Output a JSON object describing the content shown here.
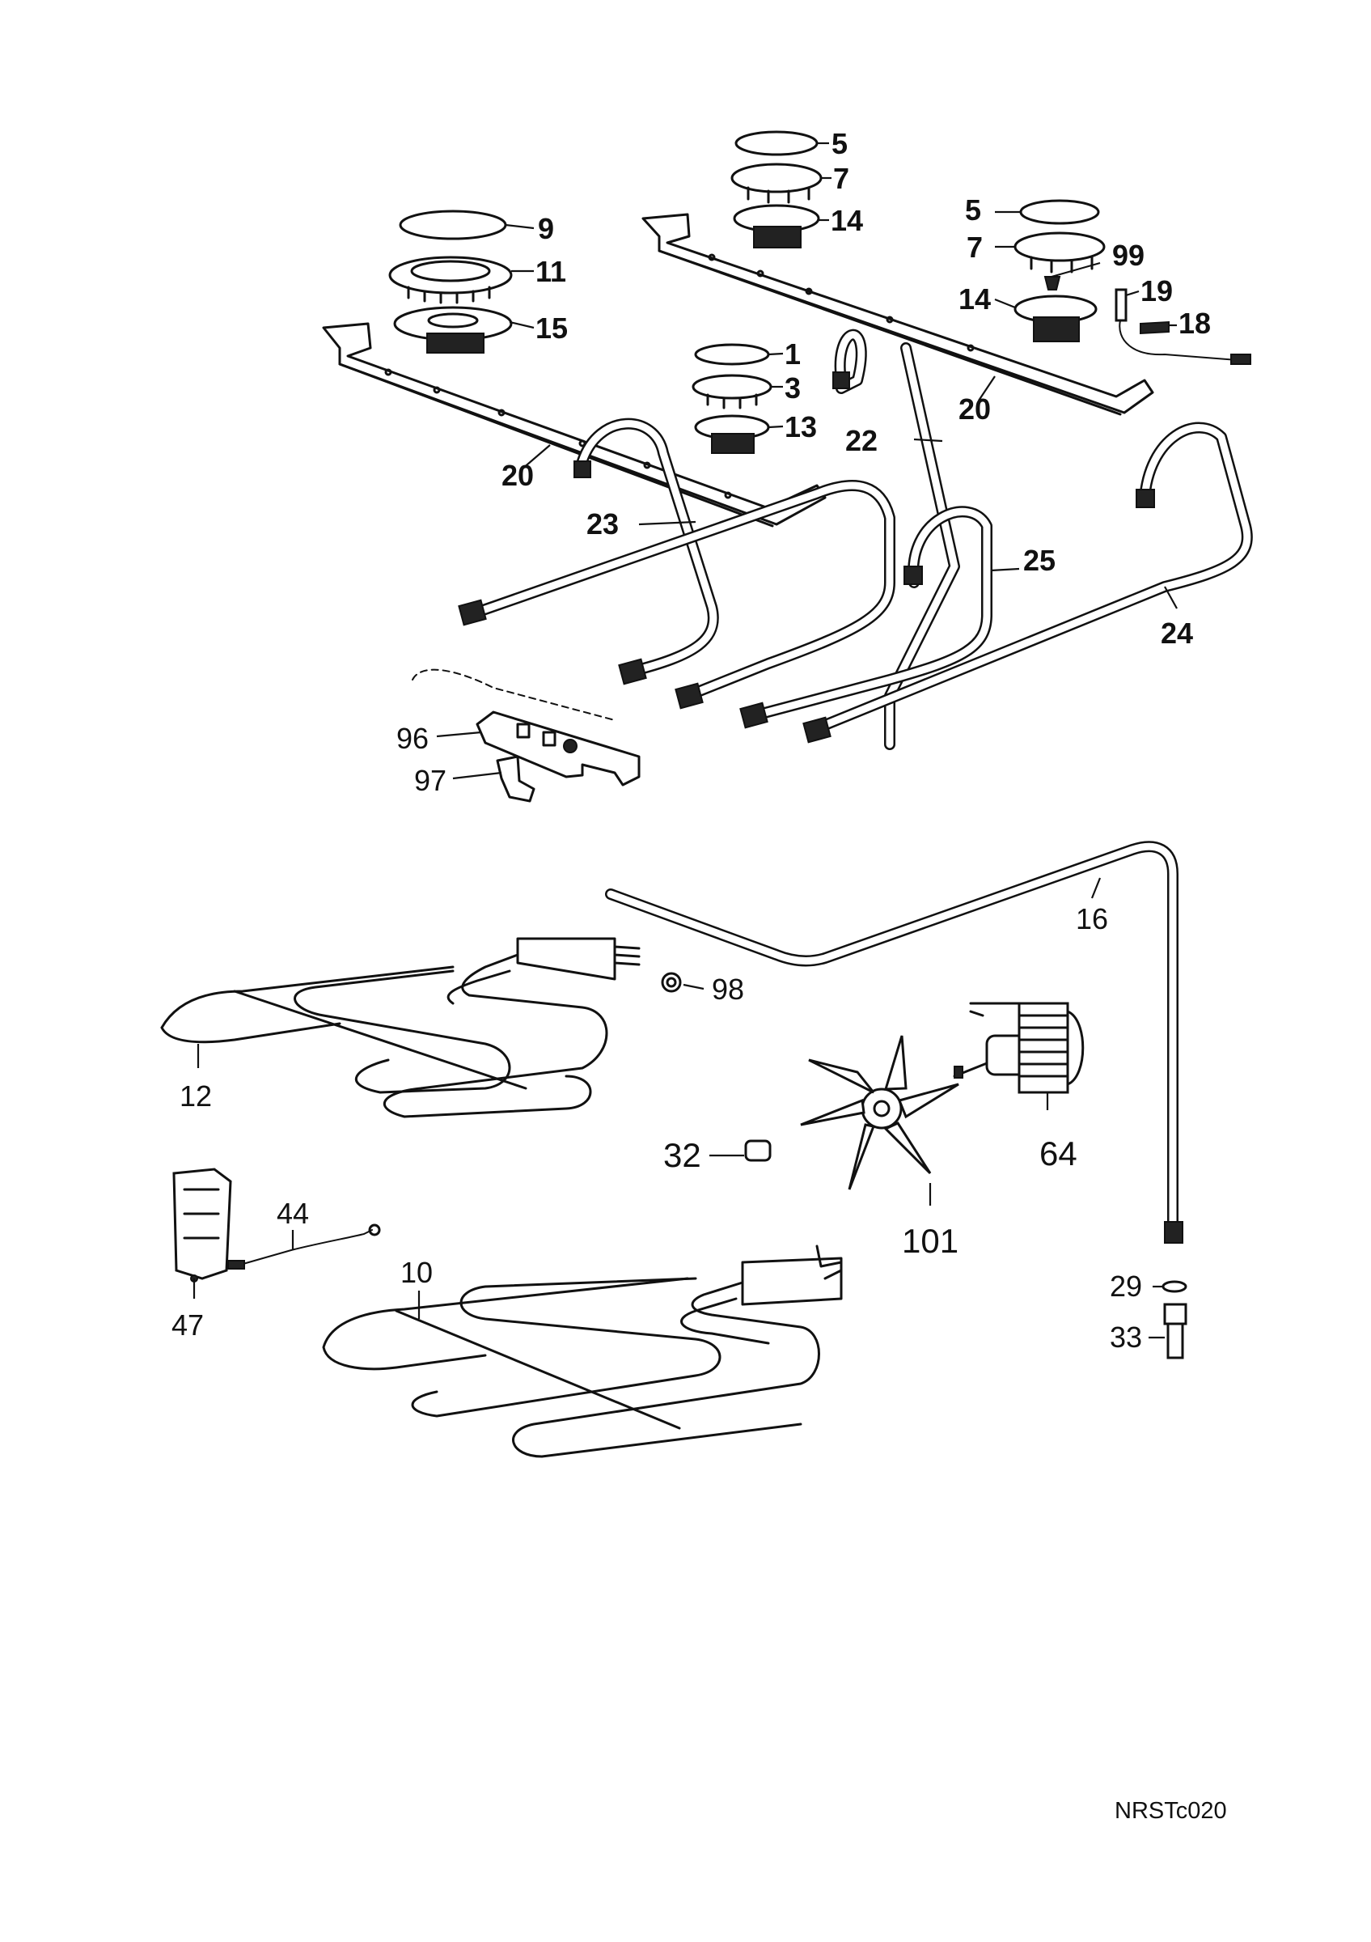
{
  "drawing_code": "NRSTc020",
  "labels": {
    "p1": "1",
    "p3": "3",
    "p5a": "5",
    "p5b": "5",
    "p7a": "7",
    "p7b": "7",
    "p9": "9",
    "p10": "10",
    "p11": "11",
    "p12": "12",
    "p13": "13",
    "p14a": "14",
    "p14b": "14",
    "p15": "15",
    "p16": "16",
    "p18": "18",
    "p19": "19",
    "p20a": "20",
    "p20b": "20",
    "p22": "22",
    "p23": "23",
    "p24": "24",
    "p25": "25",
    "p29": "29",
    "p32": "32",
    "p33": "33",
    "p44": "44",
    "p47": "47",
    "p64": "64",
    "p96": "96",
    "p97": "97",
    "p98": "98",
    "p99": "99",
    "p101": "101"
  }
}
